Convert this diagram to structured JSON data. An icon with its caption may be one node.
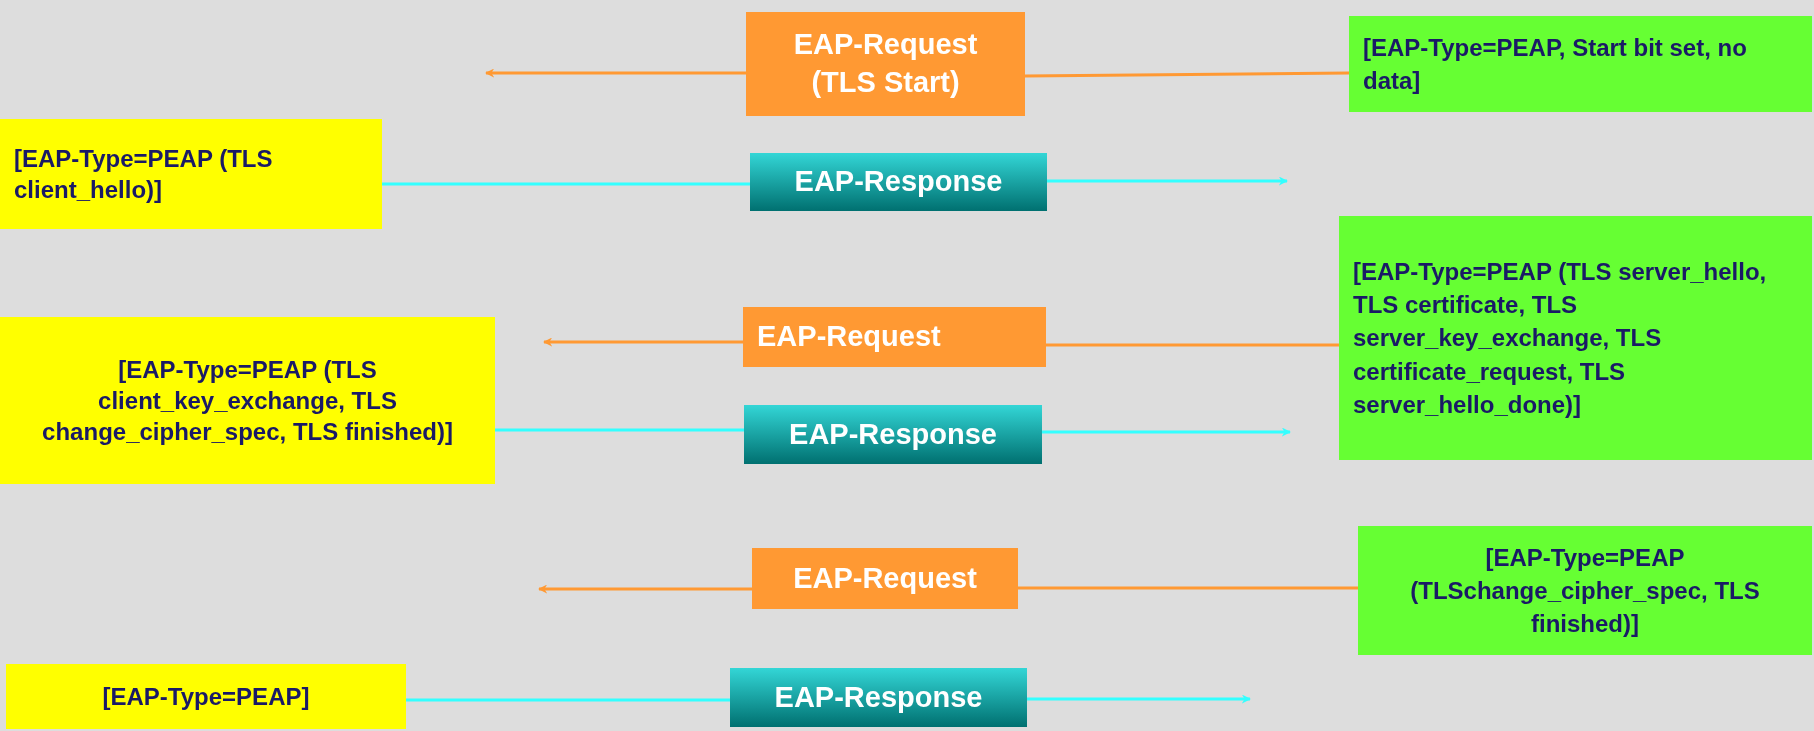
{
  "diagram": {
    "nodes": [
      {
        "text": [
          "EAP-Request (TLS Start)"
        ]
      },
      {
        "text": [
          "[EAP-Type=PEAP, Start bit set, no data]"
        ]
      },
      {
        "text": [
          "[EAP-Type=PEAP (TLS client_hello)]"
        ]
      },
      {
        "text": [
          "EAP-Response"
        ]
      },
      {
        "text": [
          "[EAP-Type=PEAP (TLS server_hello, TLS certificate, TLS server_key_exchange, TLS certificate_request, TLS server_hello_done)]"
        ]
      },
      {
        "text": [
          "[EAP-Type=PEAP (TLS client_key_exchange, TLS change_cipher_spec, TLS finished)]"
        ]
      },
      {
        "text": [
          "EAP-Request"
        ]
      },
      {
        "text": [
          "EAP-Response"
        ]
      },
      {
        "text": [
          "EAP-Request"
        ]
      },
      {
        "text": [
          "[EAP-Type=PEAP (TLSchange_cipher_spec, TLS finished)]"
        ]
      },
      {
        "text": [
          "[EAP-Type=PEAP]"
        ]
      },
      {
        "text": [
          "EAP-Response"
        ]
      }
    ],
    "edges": [
      {
        "from": 1,
        "to": 0,
        "arrow": "none",
        "color": "#ff9933"
      },
      {
        "from": 0,
        "to": null,
        "arrow": "to",
        "color": "#ff9933"
      },
      {
        "from": 2,
        "to": 3,
        "arrow": "none",
        "color": "#33ffff"
      },
      {
        "from": 3,
        "to": null,
        "arrow": "to",
        "color": "#33ffff"
      },
      {
        "from": 4,
        "to": 6,
        "arrow": "none",
        "color": "#ff9933"
      },
      {
        "from": 6,
        "to": null,
        "arrow": "to",
        "color": "#ff9933"
      },
      {
        "from": 5,
        "to": 7,
        "arrow": "none",
        "color": "#33ffff"
      },
      {
        "from": 7,
        "to": null,
        "arrow": "to",
        "color": "#33ffff"
      },
      {
        "from": 9,
        "to": 8,
        "arrow": "none",
        "color": "#ff9933"
      },
      {
        "from": 8,
        "to": null,
        "arrow": "to",
        "color": "#ff9933"
      },
      {
        "from": 10,
        "to": 11,
        "arrow": "none",
        "color": "#33ffff"
      },
      {
        "from": 11,
        "to": null,
        "arrow": "to",
        "color": "#33ffff"
      }
    ]
  }
}
